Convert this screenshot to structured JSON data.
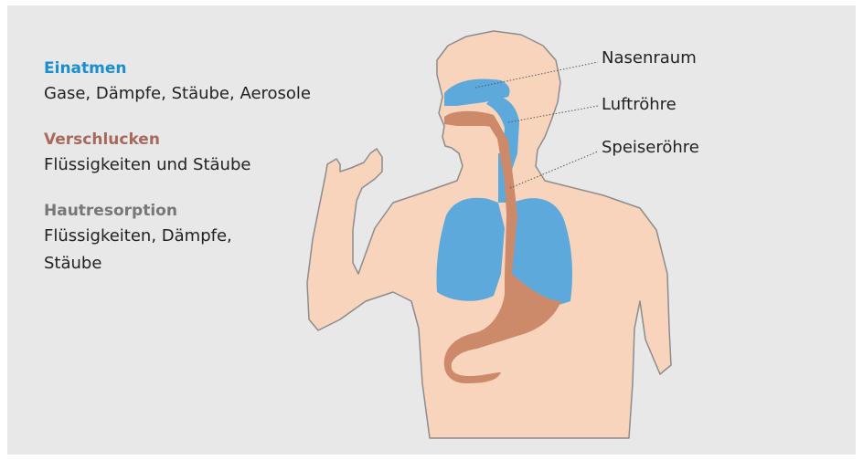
{
  "routes": [
    {
      "title": "Einatmen",
      "description": "Gase, Dämpfe, Stäube, Aerosole",
      "color": "#1a8fd0"
    },
    {
      "title": "Verschlucken",
      "description": "Flüssigkeiten und Stäube",
      "color": "#a8695a"
    },
    {
      "title": "Hautresorption",
      "description_lines": [
        "Flüssigkeiten, Dämpfe,",
        "Stäube"
      ],
      "color": "#777777"
    }
  ],
  "labels": {
    "nasenraum": "Nasenraum",
    "luftroehre": "Luftröhre",
    "speiseroehre": "Speiseröhre"
  },
  "colors": {
    "background": "#e8e8e9",
    "skin": "#f9d4bd",
    "outline": "#8c8c8c",
    "airway": "#5ea9dc",
    "digestive": "#cd8a6a"
  }
}
